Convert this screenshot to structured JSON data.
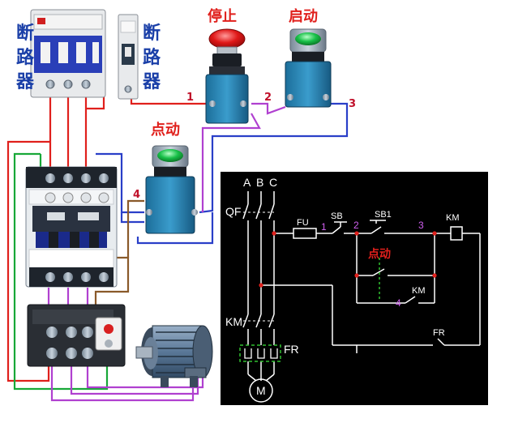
{
  "colors": {
    "wire_red": "#e0201c",
    "wire_blue": "#2a3fc8",
    "wire_green": "#18a838",
    "wire_purple": "#b040d0",
    "wire_brown": "#8a5a2a",
    "label_blue": "#1a3fa8",
    "schematic_bg": "#000000",
    "schematic_line": "#ffffff",
    "schematic_dot": "#e0201c",
    "num_purple": "#d060f0",
    "dash_green": "#30c030"
  },
  "labels": {
    "breaker_left_chars": [
      "断",
      "路",
      "器"
    ],
    "breaker_right_chars": [
      "断",
      "路",
      "器"
    ],
    "stop_button": "停止",
    "start_button": "启动",
    "jog_button": "点动"
  },
  "wire_numbers": {
    "n1": "1",
    "n2": "2",
    "n3": "3",
    "n4": "4"
  },
  "schematic": {
    "phase_a": "A",
    "phase_b": "B",
    "phase_c": "C",
    "qf": "QF",
    "fu": "FU",
    "sb": "SB",
    "sb1": "SB1",
    "km_coil": "KM",
    "km_main": "KM",
    "km_aux": "KM",
    "fr_main": "FR",
    "fr_contact": "FR",
    "jog": "点动",
    "motor": "M",
    "node1": "1",
    "node2": "2",
    "node3": "3",
    "node4": "4"
  }
}
